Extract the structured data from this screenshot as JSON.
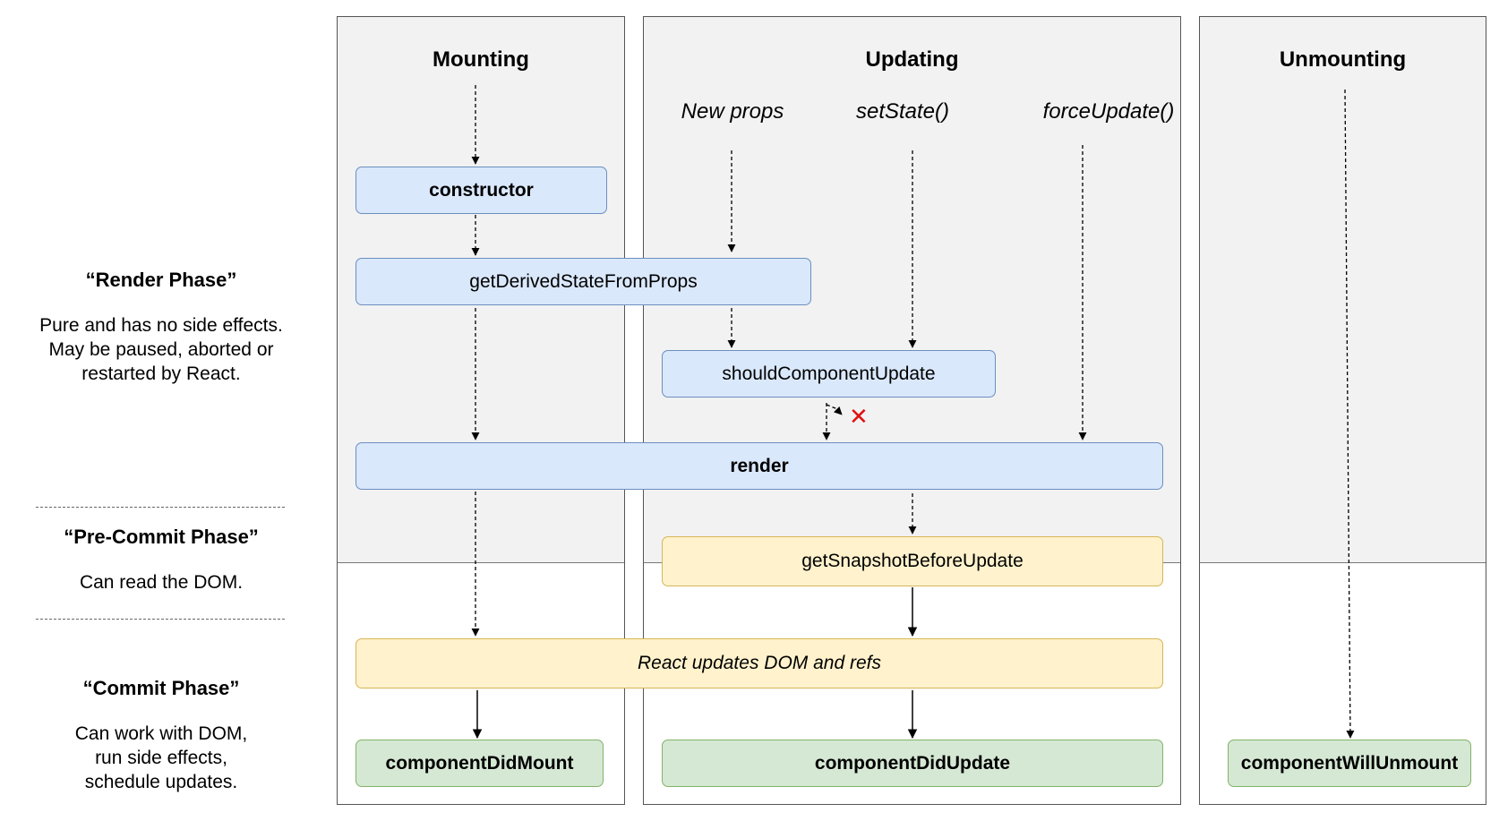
{
  "phases": {
    "render": {
      "title": "“Render Phase”",
      "desc": "Pure and has no side effects.\nMay be paused, aborted or\nrestarted by React."
    },
    "precommit": {
      "title": "“Pre-Commit Phase”",
      "desc": "Can read the DOM."
    },
    "commit": {
      "title": "“Commit Phase”",
      "desc": "Can work with DOM,\nrun side effects,\nschedule updates."
    }
  },
  "columns": {
    "mounting": "Mounting",
    "updating": "Updating",
    "unmounting": "Unmounting"
  },
  "triggers": {
    "new_props": "New props",
    "set_state": "setState()",
    "force_update": "forceUpdate()"
  },
  "nodes": {
    "constructor": "constructor",
    "get_derived": "getDerivedStateFromProps",
    "should_update": "shouldComponentUpdate",
    "render": "render",
    "get_snapshot": "getSnapshotBeforeUpdate",
    "react_updates": "React updates DOM and refs",
    "did_mount": "componentDidMount",
    "did_update": "componentDidUpdate",
    "will_unmount": "componentWillUnmount"
  },
  "icons": {
    "skip": "x-mark-icon"
  },
  "colors": {
    "render_phase_fill": "#dae8fc",
    "precommit_fill": "#fff2cc",
    "commit_fill": "#d5e8d4",
    "skip_mark": "#e01010"
  }
}
